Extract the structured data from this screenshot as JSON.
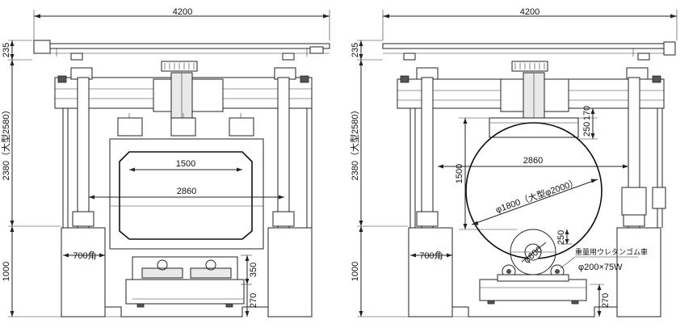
{
  "left_view": {
    "overall_width": "4200",
    "top_height": "235",
    "column_height": "2380（大型2580）",
    "base_height": "1000",
    "frame_inner_width": "1500",
    "frame_outer_width": "2860",
    "pedestal_label": "700角",
    "table_height": "350",
    "bed_height": "270"
  },
  "right_view": {
    "overall_width": "4200",
    "top_height": "235",
    "column_height": "2380（大型2580）",
    "base_height": "1000",
    "platen_height_a": "170",
    "platen_height_b": "250",
    "drop_height": "1500",
    "tire_width": "2860",
    "tire_diameter": "φ1800（大型φ2000）",
    "gap_height": "250",
    "pedestal_label": "700角",
    "drum_diameter": "φ600",
    "wheel_label": "重量用ウレタンゴム車",
    "wheel_size": "φ200×75W",
    "bed_height": "270"
  }
}
